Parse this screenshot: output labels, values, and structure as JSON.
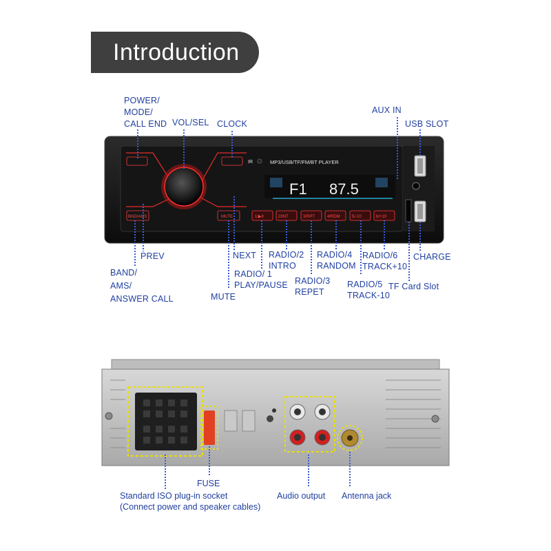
{
  "title": "Introduction",
  "front_labels": {
    "power": "POWER/",
    "mode": "MODE/",
    "call_end": "CALL END",
    "vol_sel": "VOL/SEL",
    "clock": "CLOCK",
    "aux_in": "AUX IN",
    "usb_slot": "USB SLOT",
    "prev": "PREV",
    "next": "NEXT",
    "band": "BAND/",
    "ams": "AMS/",
    "answer_call": "ANSWER CALL",
    "mute": "MUTE",
    "radio1_a": "RADIO/ 1",
    "radio1_b": "PLAY/PAUSE",
    "radio2_a": "RADIO/2",
    "radio2_b": "INTRO",
    "radio3_a": "RADIO/3",
    "radio3_b": "REPET",
    "radio4_a": "RADIO/4",
    "radio4_b": "RANDOM",
    "radio5_a": "RADIO/5",
    "radio5_b": "TRACK-10",
    "radio6_a": "RADIO/6",
    "radio6_b": "TRACK+10",
    "charge": "CHARGE",
    "tf_card": "TF Card Slot"
  },
  "panel": {
    "ir": "IR",
    "player_text": "MP3/USB/TF/FM/BT  PLAYER",
    "lcd_band": "F1",
    "lcd_freq": "87.5",
    "btn_band": "BND/AMS",
    "btn_mute": "MUTE",
    "btn_1": "1/▶II",
    "btn_2": "2/INT",
    "btn_3": "3/RPT",
    "btn_4": "4/RDM",
    "btn_5": "5/-10",
    "btn_6": "6/+10"
  },
  "rear_labels": {
    "fuse": "FUSE",
    "iso_a": "Standard ISO plug-in socket",
    "iso_b": "(Connect power and speaker cables)",
    "audio": "Audio output",
    "antenna": "Antenna jack"
  },
  "colors": {
    "label_blue": "#1f3fa0",
    "title_bg": "#3f3f3f",
    "button_red": "#ff3b3b",
    "callout_yellow": "#e8e000"
  }
}
